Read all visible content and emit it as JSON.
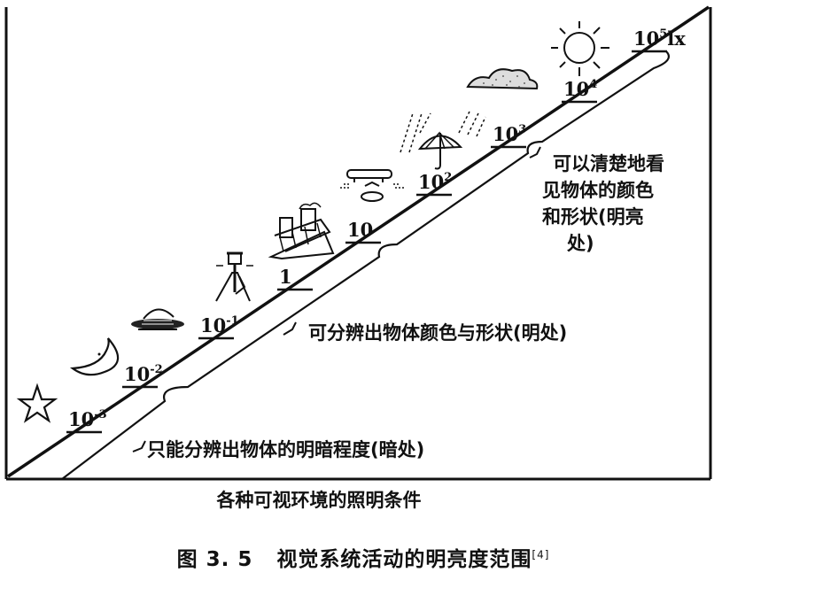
{
  "scale_ticks": [
    {
      "base": "10",
      "exp": "-3",
      "unit": ""
    },
    {
      "base": "10",
      "exp": "-2",
      "unit": ""
    },
    {
      "base": "10",
      "exp": "-1",
      "unit": ""
    },
    {
      "base": "1",
      "exp": "",
      "unit": ""
    },
    {
      "base": "10",
      "exp": "",
      "unit": ""
    },
    {
      "base": "10",
      "exp": "2",
      "unit": ""
    },
    {
      "base": "10",
      "exp": "3",
      "unit": ""
    },
    {
      "base": "10",
      "exp": "4",
      "unit": ""
    },
    {
      "base": "10",
      "exp": "5",
      "unit": "lx"
    }
  ],
  "icons": [
    "star-icon",
    "crescent-moon-icon",
    "setting-sun-icon",
    "street-lamp-icon",
    "ship-icon",
    "lamp-icon",
    "umbrella-rain-icon",
    "cloud-icon",
    "sun-icon"
  ],
  "regions": {
    "dark": "只能分辨出物体的明暗程度(暗处)",
    "mid": "可分辨出物体颜色与形状(明处)",
    "bright_lines": [
      "可以清楚地看",
      "见物体的颜色",
      "和形状(明亮",
      "处)"
    ]
  },
  "captions": {
    "subtitle": "各种可视环境的照明条件",
    "figure_number": "图 3. 5",
    "figure_title": "视觉系统活动的明亮度范围",
    "figure_ref": "[4]"
  }
}
